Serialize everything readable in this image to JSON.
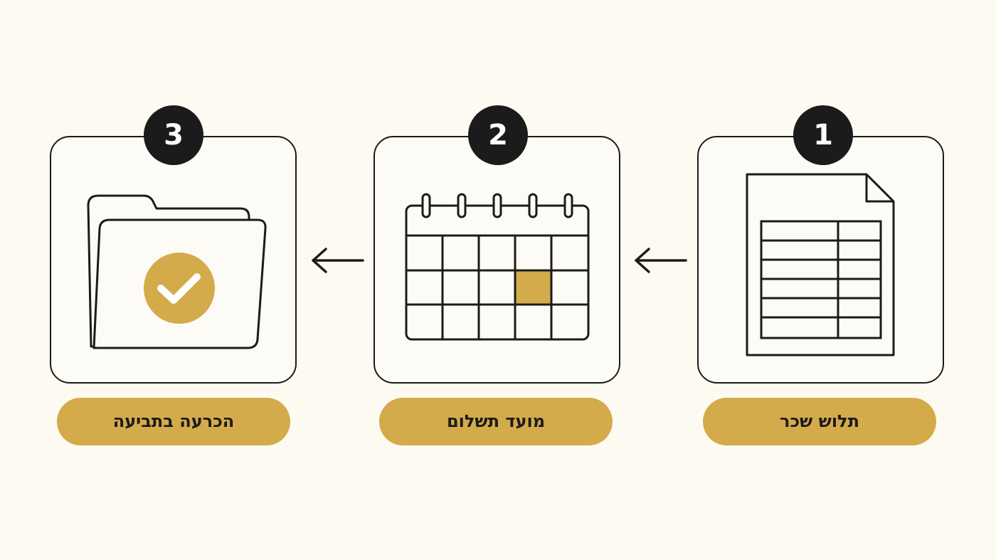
{
  "steps": [
    {
      "number": "1",
      "label": "תלוש שכר",
      "icon": "payslip-document-icon"
    },
    {
      "number": "2",
      "label": "מועד תשלום",
      "icon": "calendar-icon"
    },
    {
      "number": "3",
      "label": "הכרעה בתביעה",
      "icon": "folder-check-icon"
    }
  ],
  "flow_direction": "right-to-left",
  "colors": {
    "background": "#fcfaf1",
    "accent": "#d4ab4a",
    "ink": "#1b1b1b"
  }
}
